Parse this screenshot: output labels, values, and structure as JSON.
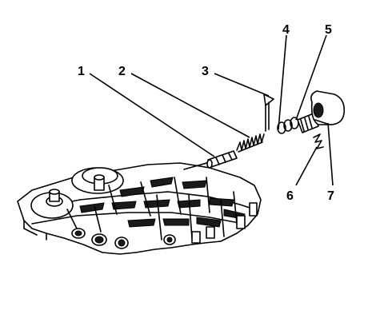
{
  "diagram": {
    "callouts": [
      "1",
      "2",
      "3",
      "4",
      "5",
      "6",
      "7"
    ]
  }
}
